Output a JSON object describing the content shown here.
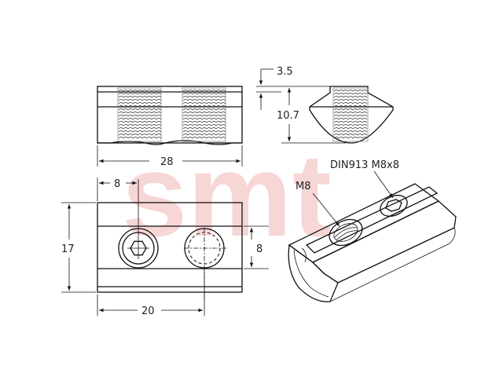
{
  "watermark": {
    "brand": "smt",
    "subtext": "",
    "color": "#f2b5b5"
  },
  "dimensions": {
    "top_offset": "3.5",
    "height": "10.7",
    "length": "28",
    "hole_offset": "8",
    "width": "17",
    "hole_spacing_v": "8",
    "hole_spacing_h": "20"
  },
  "callouts": {
    "thread": "M8",
    "set_screw": "DIN913 M8x8"
  },
  "colors": {
    "line": "#111111",
    "part_fill": "#ffffff"
  }
}
